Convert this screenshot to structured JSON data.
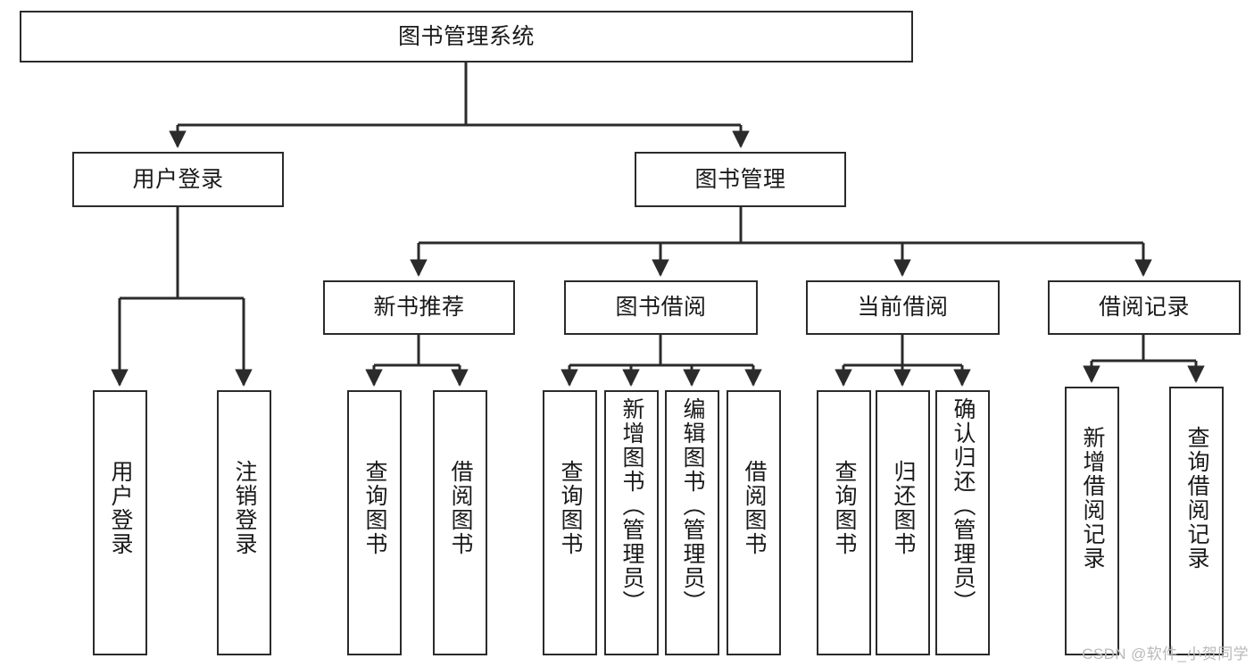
{
  "diagram": {
    "title": "图书管理系统",
    "watermark": "CSDN @软件_小贺同学",
    "colors": {
      "stroke": "#2b2b2b",
      "fill": "#ffffff",
      "text": "#1a1a1a",
      "watermark": "#b9b9b9"
    },
    "nodes": {
      "root": {
        "label": "图书管理系统",
        "orientation": "horizontal"
      },
      "level2": [
        {
          "id": "user-login",
          "label": "用户登录",
          "orientation": "horizontal"
        },
        {
          "id": "book-manage",
          "label": "图书管理",
          "orientation": "horizontal"
        }
      ],
      "level3": [
        {
          "id": "new-book-recommend",
          "label": "新书推荐",
          "orientation": "horizontal"
        },
        {
          "id": "book-borrow",
          "label": "图书借阅",
          "orientation": "horizontal"
        },
        {
          "id": "current-borrow",
          "label": "当前借阅",
          "orientation": "horizontal"
        },
        {
          "id": "borrow-record",
          "label": "借阅记录",
          "orientation": "horizontal"
        }
      ],
      "leaves": [
        {
          "id": "leaf-user-login",
          "label": "用户登录",
          "parent": "user-login",
          "orientation": "vertical"
        },
        {
          "id": "leaf-logout-login",
          "label": "注销登录",
          "parent": "user-login",
          "orientation": "vertical"
        },
        {
          "id": "leaf-query-book-1",
          "label": "查询图书",
          "parent": "new-book-recommend",
          "orientation": "vertical"
        },
        {
          "id": "leaf-borrow-book-1",
          "label": "借阅图书",
          "parent": "new-book-recommend",
          "orientation": "vertical"
        },
        {
          "id": "leaf-query-book-2",
          "label": "查询图书",
          "parent": "book-borrow",
          "orientation": "vertical"
        },
        {
          "id": "leaf-add-book-admin",
          "label": "新增图书（管理员）",
          "parent": "book-borrow",
          "orientation": "vertical"
        },
        {
          "id": "leaf-edit-book-admin",
          "label": "编辑图书（管理员）",
          "parent": "book-borrow",
          "orientation": "vertical"
        },
        {
          "id": "leaf-borrow-book-2",
          "label": "借阅图书",
          "parent": "book-borrow",
          "orientation": "vertical"
        },
        {
          "id": "leaf-query-book-3",
          "label": "查询图书",
          "parent": "current-borrow",
          "orientation": "vertical"
        },
        {
          "id": "leaf-return-book",
          "label": "归还图书",
          "parent": "current-borrow",
          "orientation": "vertical"
        },
        {
          "id": "leaf-confirm-return-admin",
          "label": "确认归还（管理员）",
          "parent": "current-borrow",
          "orientation": "vertical"
        },
        {
          "id": "leaf-add-borrow-record",
          "label": "新增借阅记录",
          "parent": "borrow-record",
          "orientation": "vertical"
        },
        {
          "id": "leaf-query-borrow-record",
          "label": "查询借阅记录",
          "parent": "borrow-record",
          "orientation": "vertical"
        }
      ]
    }
  }
}
